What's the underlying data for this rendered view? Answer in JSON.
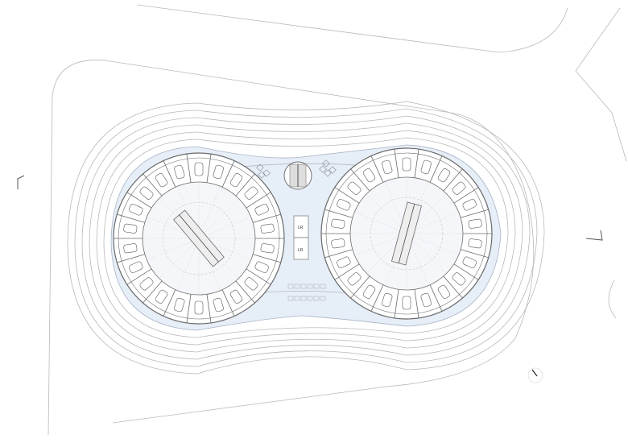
{
  "drawing": {
    "type": "site-plan",
    "colors": {
      "plaza": "#e6eef8",
      "line": "#b9b9b9",
      "structure": "#6a6a6a"
    },
    "rooms": [
      {
        "label": "LR"
      },
      {
        "label": "LR"
      }
    ]
  }
}
